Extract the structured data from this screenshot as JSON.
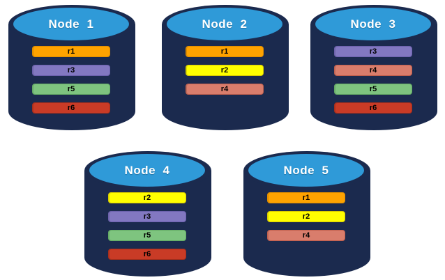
{
  "diagram": {
    "background_color": "#FFFFFF",
    "cylinder_style": {
      "body_color": "#1B2A4E",
      "top_color": "#2F9AD8",
      "title_color": "#FFFFFF"
    },
    "replica_colors": {
      "r1": {
        "fill": "#FFA300",
        "border": "#E18E00"
      },
      "r2": {
        "fill": "#FFFF00",
        "border": "#D9CB00"
      },
      "r3": {
        "fill": "#8278C1",
        "border": "#6C61AD"
      },
      "r4": {
        "fill": "#D97D6C",
        "border": "#C15F4D"
      },
      "r5": {
        "fill": "#7EC47F",
        "border": "#63AB64"
      },
      "r6": {
        "fill": "#C93B26",
        "border": "#A82E1B"
      }
    },
    "nodes": [
      {
        "title": "Node  1",
        "replicas": [
          "r1",
          "r3",
          "r5",
          "r6"
        ]
      },
      {
        "title": "Node  2",
        "replicas": [
          "r1",
          "r2",
          "r4"
        ]
      },
      {
        "title": "Node  3",
        "replicas": [
          "r3",
          "r4",
          "r5",
          "r6"
        ]
      },
      {
        "title": "Node  4",
        "replicas": [
          "r2",
          "r3",
          "r5",
          "r6"
        ]
      },
      {
        "title": "Node  5",
        "replicas": [
          "r1",
          "r2",
          "r4"
        ]
      }
    ]
  }
}
